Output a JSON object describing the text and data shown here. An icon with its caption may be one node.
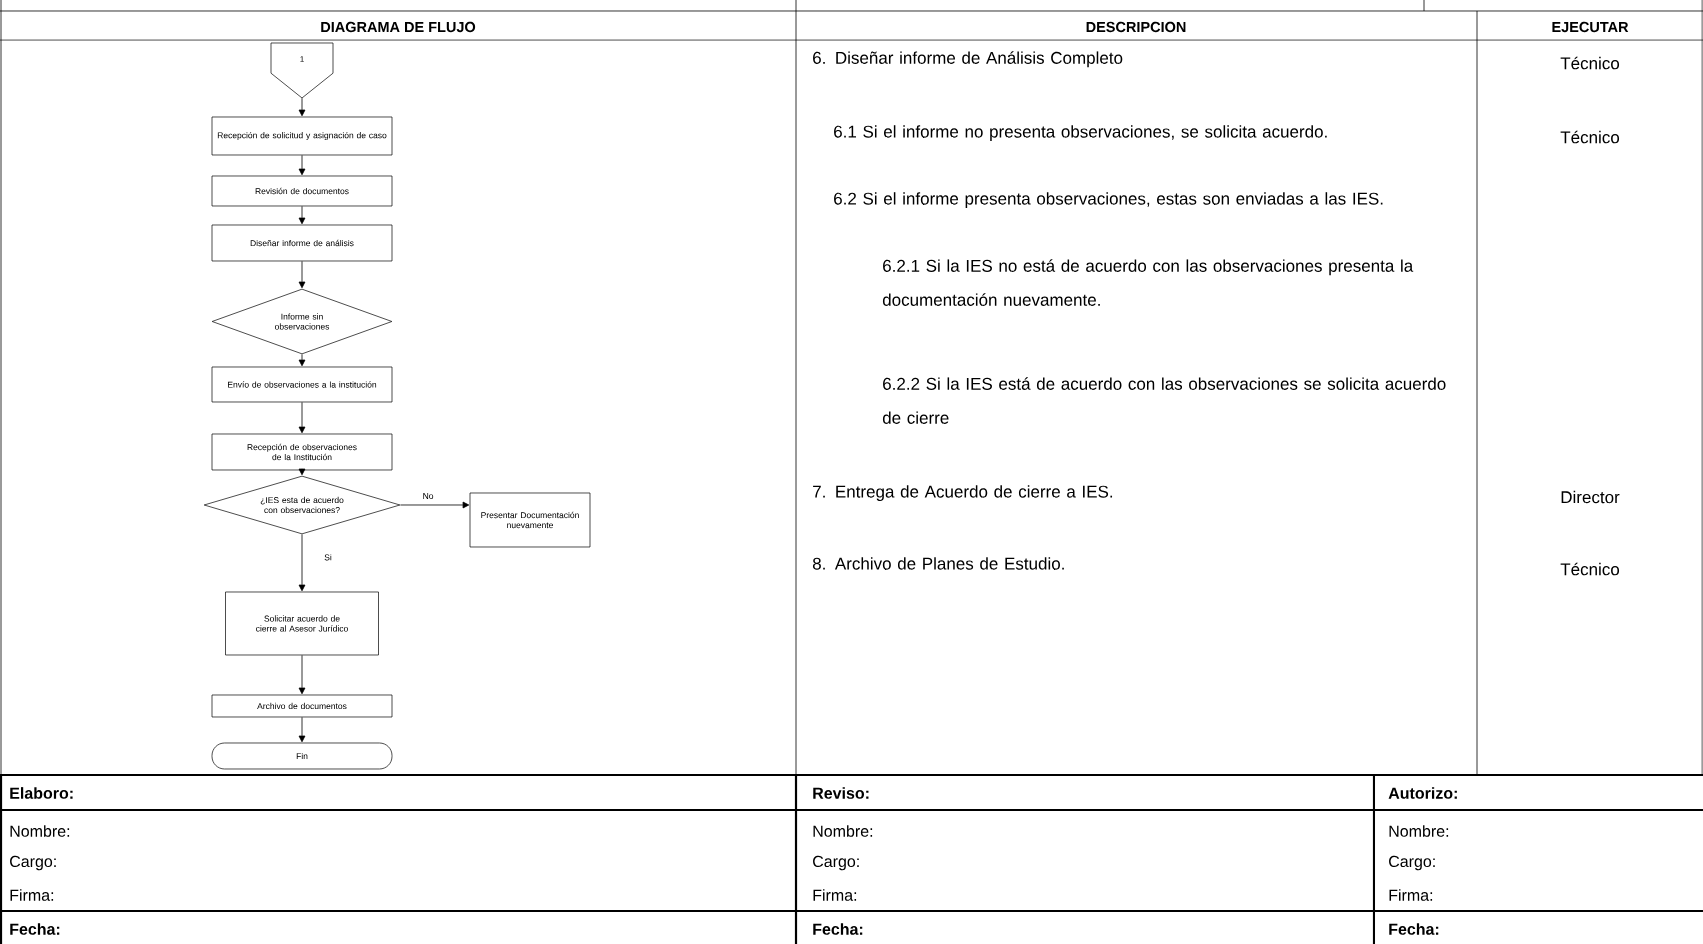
{
  "diagram": {
    "nodes": [
      {
        "text": [
          "1"
        ]
      },
      {
        "text": [
          "Recepción de solicitud y asignación de caso"
        ]
      },
      {
        "text": [
          "Revisión de documentos"
        ]
      },
      {
        "text": [
          "Diseñar informe de análisis"
        ]
      },
      {
        "text": [
          "Informe sin observaciones"
        ]
      },
      {
        "text": [
          "Envío de observaciones a la institución"
        ]
      },
      {
        "text": [
          "Recepción de observaciones de la Institución"
        ]
      },
      {
        "text": [
          "¿IES esta de acuerdo con observaciones?"
        ]
      },
      {
        "text": [
          "Presentar Documentación nuevamente"
        ]
      },
      {
        "text": [
          "Solicitar acuerdo de cierre al Asesor Jurídico"
        ]
      },
      {
        "text": [
          "Archivo de documentos"
        ]
      },
      {
        "text": [
          "Fin"
        ]
      }
    ],
    "edges": [
      {
        "from": 0,
        "to": 1,
        "arrow": "to"
      },
      {
        "from": 1,
        "to": 2,
        "arrow": "to"
      },
      {
        "from": 2,
        "to": 3,
        "arrow": "to"
      },
      {
        "from": 3,
        "to": 4,
        "arrow": "to"
      },
      {
        "from": 4,
        "to": 5,
        "arrow": "to"
      },
      {
        "from": 5,
        "to": 6,
        "arrow": "to"
      },
      {
        "from": 6,
        "to": 7,
        "arrow": "to"
      },
      {
        "from": 7,
        "to": 8,
        "arrow": "to",
        "label": "No"
      },
      {
        "from": 7,
        "to": 9,
        "arrow": "to",
        "label": "Si"
      },
      {
        "from": 9,
        "to": 10,
        "arrow": "to"
      },
      {
        "from": 10,
        "to": 11,
        "arrow": "to"
      }
    ],
    "labels": [
      "DIAGRAMA DE FLUJO",
      "DESCRIPCION",
      "EJECUTAR",
      "6. Diseñar informe de Análisis Completo",
      "Técnico",
      "6.1 Si el informe no presenta observaciones, se solicita acuerdo.",
      "Técnico",
      "6.2 Si el informe presenta observaciones, estas son enviadas a las IES.",
      "6.2.1 Si la IES no está de acuerdo con las observaciones presenta la documentación nuevamente.",
      "6.2.2 Si la IES está de acuerdo con las observaciones se solicita acuerdo de cierre",
      "7. Entrega de Acuerdo de cierre a IES.",
      "Director",
      "8. Archivo de Planes de Estudio.",
      "Técnico",
      "Elaboro:",
      "Reviso:",
      "Autorizo:",
      "Nombre:",
      "Nombre:",
      "Nombre:",
      "Cargo:",
      "Cargo:",
      "Cargo:",
      "Firma:",
      "Firma:",
      "Firma:",
      "Fecha:",
      "Fecha:",
      "Fecha:"
    ]
  }
}
